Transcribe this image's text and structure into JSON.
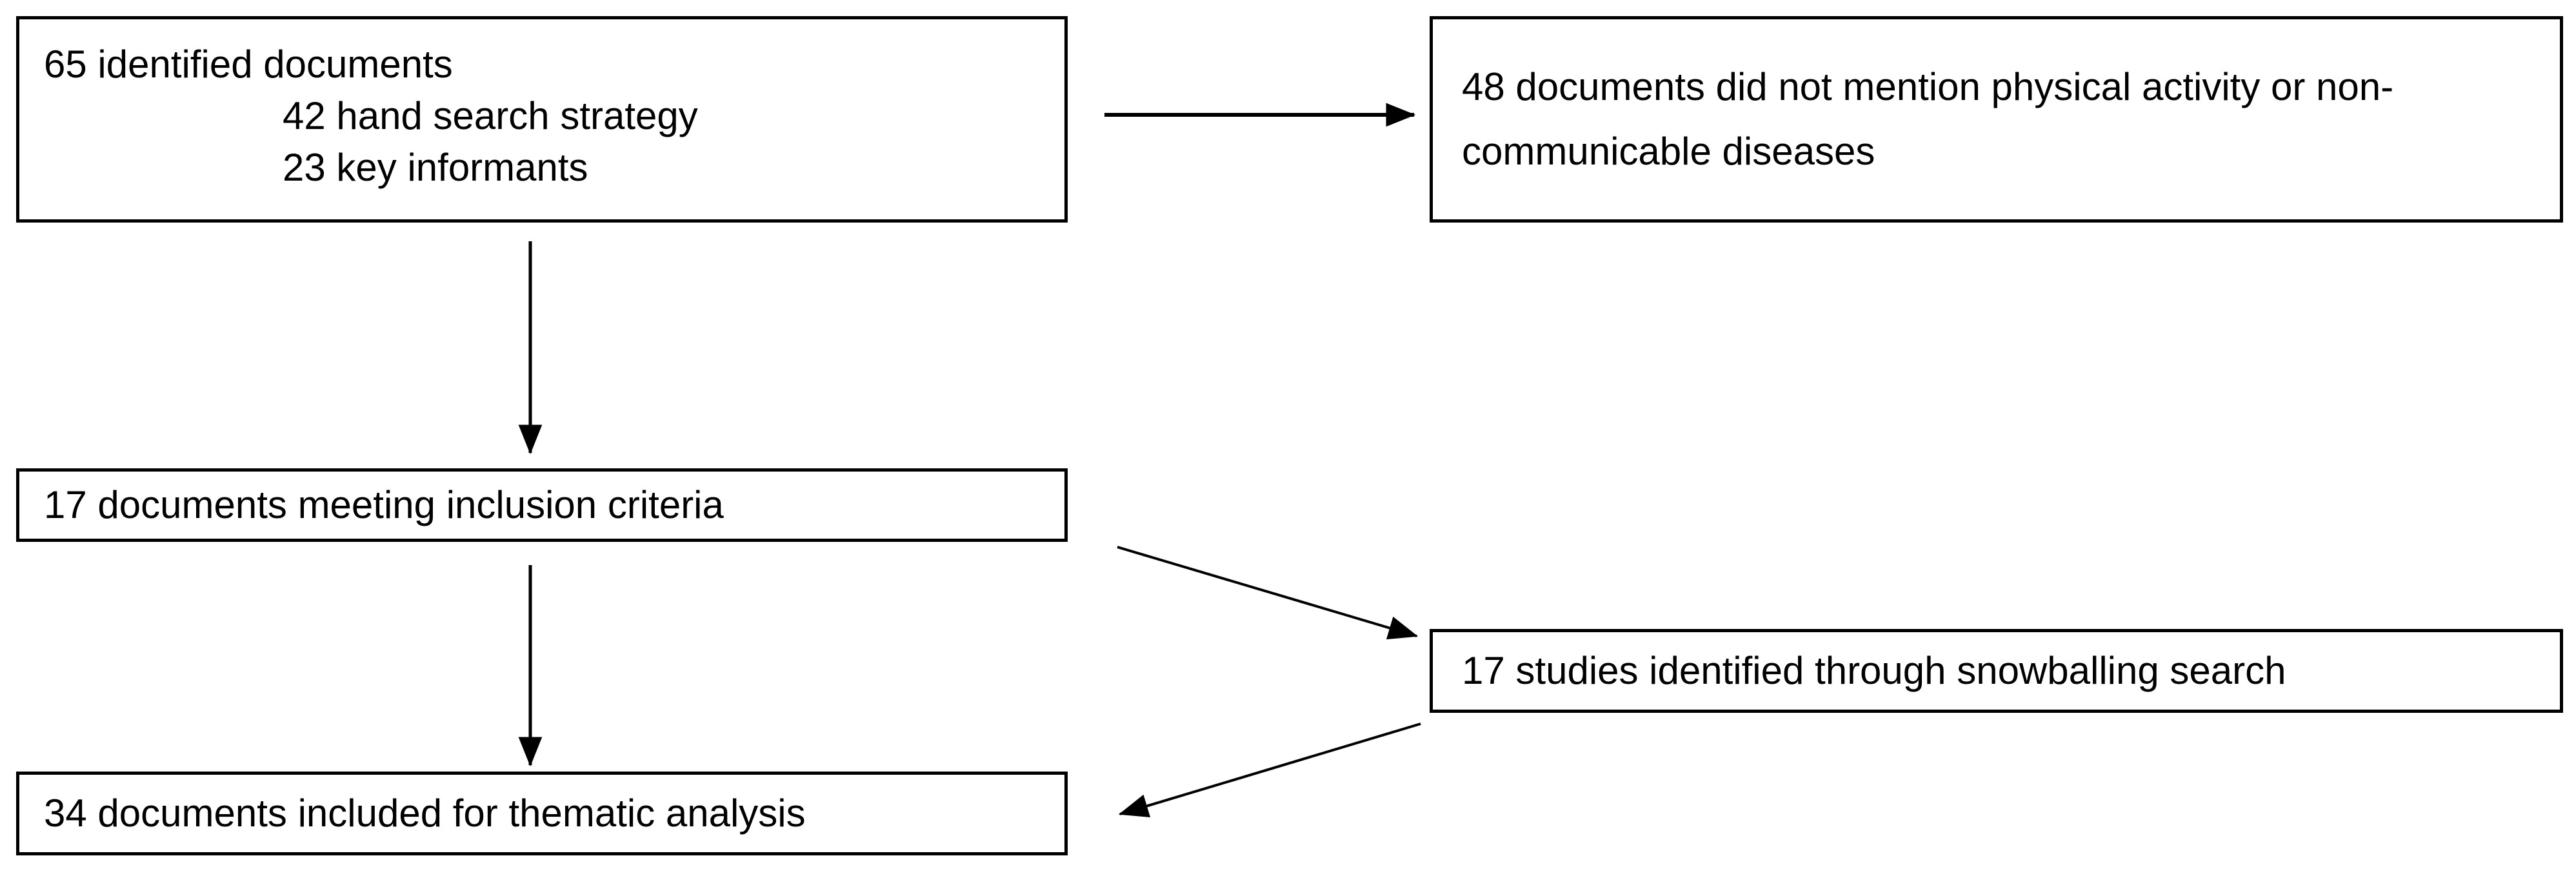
{
  "diagram": {
    "type": "flowchart",
    "background": "#ffffff",
    "border_color": "#000000",
    "text_color": "#000000",
    "arrow_color": "#000000",
    "boxes": {
      "identified": {
        "lines": [
          "65 identified documents",
          "42 hand search strategy",
          "23 key informants"
        ]
      },
      "excluded": {
        "text": "48 documents did not mention physical activity or non-communicable diseases"
      },
      "inclusion": {
        "text": "17 documents meeting inclusion criteria"
      },
      "snowballing": {
        "text": "17 studies identified through snowballing search"
      },
      "thematic": {
        "text": "34 documents included for thematic analysis"
      }
    },
    "arrows": [
      {
        "from": "identified",
        "to": "excluded"
      },
      {
        "from": "identified",
        "to": "inclusion"
      },
      {
        "from": "inclusion",
        "to": "thematic"
      },
      {
        "from": "inclusion",
        "to": "snowballing"
      },
      {
        "from": "snowballing",
        "to": "thematic"
      }
    ]
  }
}
